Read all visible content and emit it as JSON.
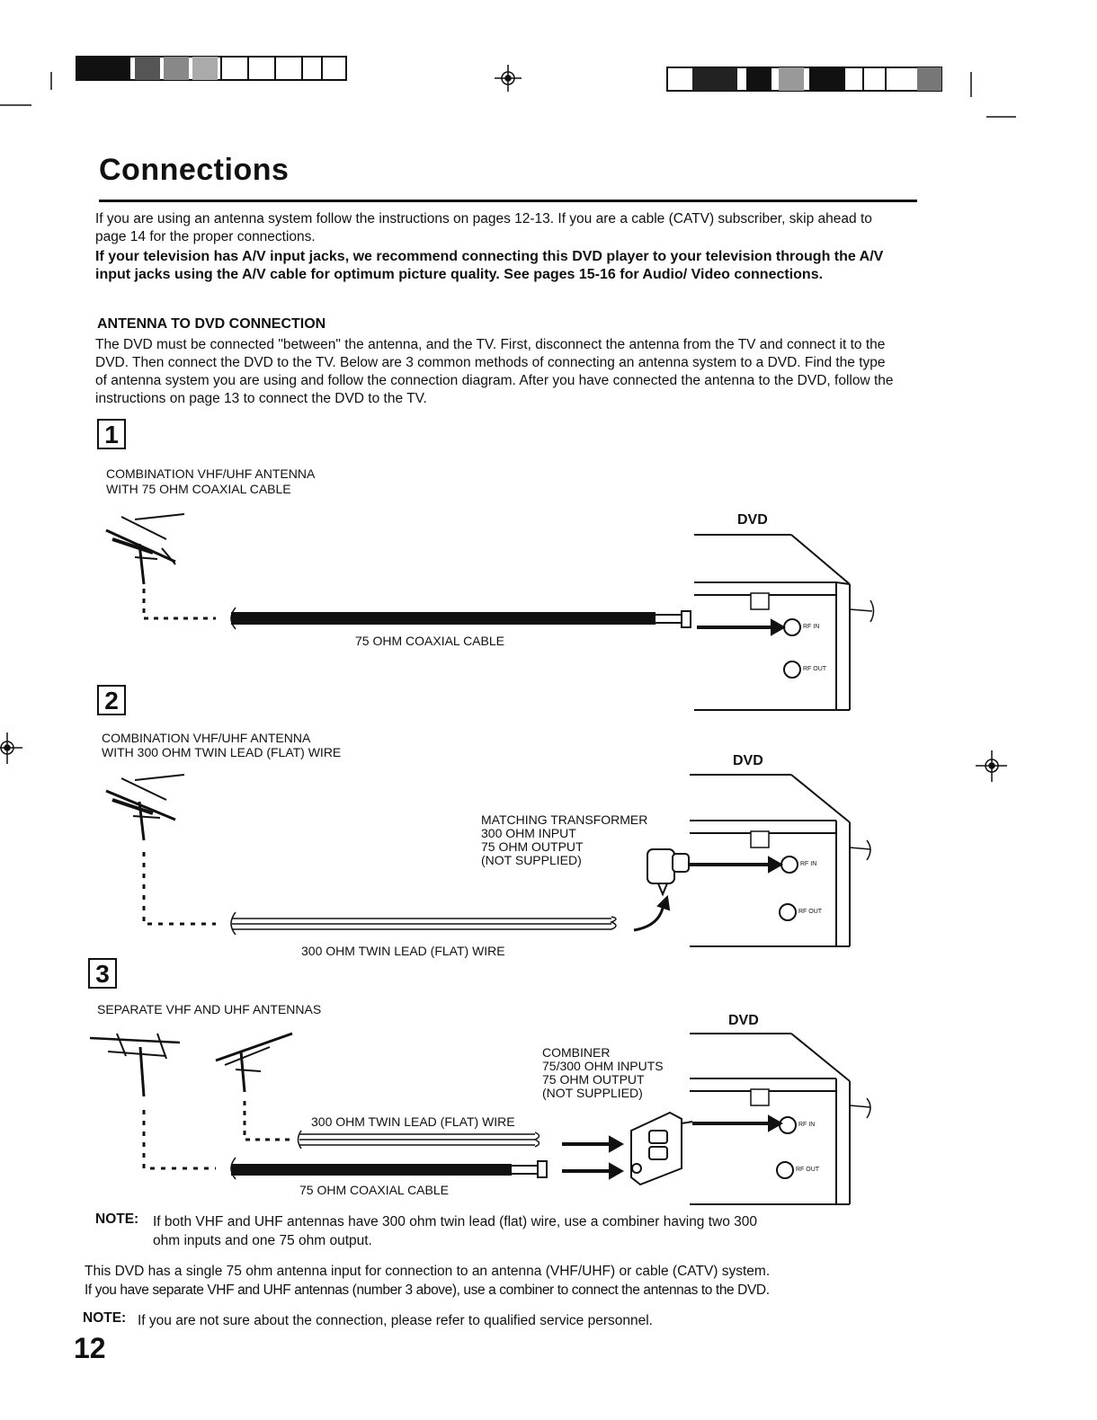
{
  "page": {
    "title": "Connections",
    "intro_text": "If you are using an antenna system follow the instructions on pages 12-13. If you are a cable (CATV) subscriber, skip ahead to page 14 for the proper connections.",
    "intro_bold": "If your television has A/V input jacks, we recommend connecting this DVD player to your television through the A/V input jacks using the A/V cable for optimum picture quality. See pages 15-16 for Audio/ Video connections.",
    "section_heading": "ANTENNA TO DVD CONNECTION",
    "section_text": "The DVD must be connected \"between\" the antenna, and the TV. First, disconnect the antenna from the TV and connect it to the DVD. Then connect the DVD to the TV. Below are 3 common methods of connecting an antenna system to a DVD. Find the type of antenna system you are using and follow the connection diagram. After you have connected the antenna to the DVD, follow the instructions on page 13 to connect the DVD to the TV.",
    "page_number": "12"
  },
  "diagrams": [
    {
      "number": "1",
      "caption_line1": "COMBINATION VHF/UHF ANTENNA",
      "caption_line2": "WITH 75 OHM COAXIAL CABLE",
      "dvd_label": "DVD",
      "cable_label": "75 OHM COAXIAL CABLE"
    },
    {
      "number": "2",
      "caption_line1": "COMBINATION VHF/UHF ANTENNA",
      "caption_line2": "WITH 300 OHM TWIN LEAD (FLAT) WIRE",
      "dvd_label": "DVD",
      "transformer_line1": "MATCHING TRANSFORMER",
      "transformer_line2": "300 OHM INPUT",
      "transformer_line3": "75 OHM OUTPUT",
      "transformer_line4": "(NOT SUPPLIED)",
      "cable_label": "300 OHM TWIN LEAD (FLAT) WIRE"
    },
    {
      "number": "3",
      "caption_line1": "SEPARATE VHF AND UHF ANTENNAS",
      "dvd_label": "DVD",
      "combiner_line1": "COMBINER",
      "combiner_line2": "75/300 OHM INPUTS",
      "combiner_line3": "75 OHM OUTPUT",
      "combiner_line4": "(NOT SUPPLIED)",
      "twinlead_label": "300 OHM TWIN LEAD (FLAT) WIRE",
      "coax_label": "75 OHM COAXIAL CABLE"
    }
  ],
  "jacks": {
    "rf_in": "RF IN",
    "rf_out": "RF OUT"
  },
  "notes": {
    "note1_label": "NOTE:",
    "note1_line1": "If both VHF and UHF antennas have 300 ohm twin lead (flat) wire, use a combiner having two 300",
    "note1_line2": "ohm inputs and one 75 ohm output.",
    "single_input_line1": "This DVD has a single 75 ohm antenna input for connection to an antenna (VHF/UHF) or cable (CATV) system.",
    "single_input_line2": "If you have separate VHF and UHF antennas (number 3 above), use a combiner to connect the antennas to the DVD.",
    "note2_label": "NOTE:",
    "note2_text": "If you are not sure about the connection, please refer to qualified service personnel."
  }
}
